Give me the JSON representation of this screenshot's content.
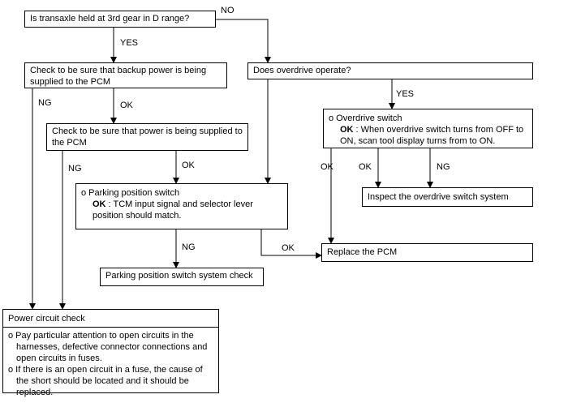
{
  "boxes": {
    "q_third_gear": "Is transaxle held at 3rd gear in D range?",
    "backup_power": "Check to be sure that backup power is being supplied to the PCM",
    "power_supplied": "Check to be sure that power is being supplied to the PCM",
    "parking_switch": {
      "title": "o Parking position switch",
      "ok_prefix": "OK",
      "ok_text": " : TCM input signal and selector lever position should match."
    },
    "parking_check": "Parking position switch system check",
    "power_circuit": {
      "title": "Power circuit check",
      "item1": "o Pay particular attention to open circuits in the harnesses, defective connector connections and open circuits in fuses.",
      "item2": "o If there is an open circuit in a fuse, the cause of the short should be located and it should be replaced."
    },
    "q_overdrive": "Does overdrive operate?",
    "overdrive_switch": {
      "title": "o Overdrive switch",
      "ok_prefix": "OK",
      "ok_text": " : When overdrive switch turns from OFF to ON, scan tool display turns from to ON."
    },
    "inspect_overdrive": "Inspect the overdrive switch system",
    "replace_pcm": "Replace the PCM"
  },
  "labels": {
    "no": "NO",
    "yes1": "YES",
    "yes2": "YES",
    "ng1": "NG",
    "ng2": "NG",
    "ng3": "NG",
    "ng4": "NG",
    "ok1": "OK",
    "ok2": "OK",
    "ok3": "OK",
    "ok4": "OK",
    "ok5": "OK"
  }
}
